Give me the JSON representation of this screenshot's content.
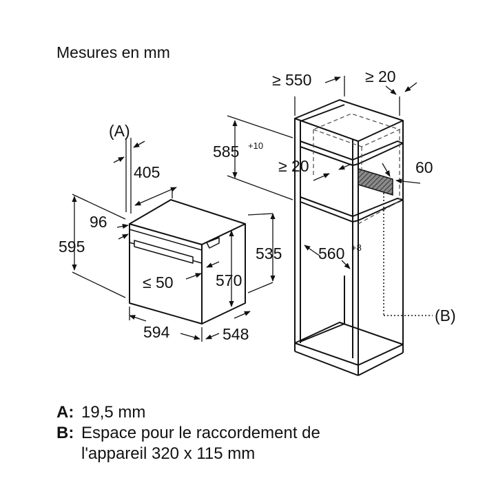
{
  "header": {
    "units_title": "Mesures en mm"
  },
  "oven": {
    "label_a": "(A)",
    "dim_405": "405",
    "dim_96": "96",
    "dim_595": "595",
    "dim_535": "535",
    "dim_le50": "≤ 50",
    "dim_570": "570",
    "dim_594": "594",
    "dim_548": "548"
  },
  "cabinet": {
    "dim_ge550": "≥ 550",
    "dim_ge20_top": "≥ 20",
    "dim_585": "585",
    "dim_585_sup": "+10",
    "dim_ge20_mid": "≥ 20",
    "dim_60": "60",
    "dim_560": "560",
    "dim_560_sup": "+8",
    "label_b": "(B)"
  },
  "legend": {
    "a_key": "A:",
    "a_text": "19,5 mm",
    "b_key": "B:",
    "b_text_1": "Espace pour le raccordement de",
    "b_text_2": "l'appareil 320 x 115 mm"
  },
  "colors": {
    "line": "#111111",
    "hatch": "#555555"
  }
}
